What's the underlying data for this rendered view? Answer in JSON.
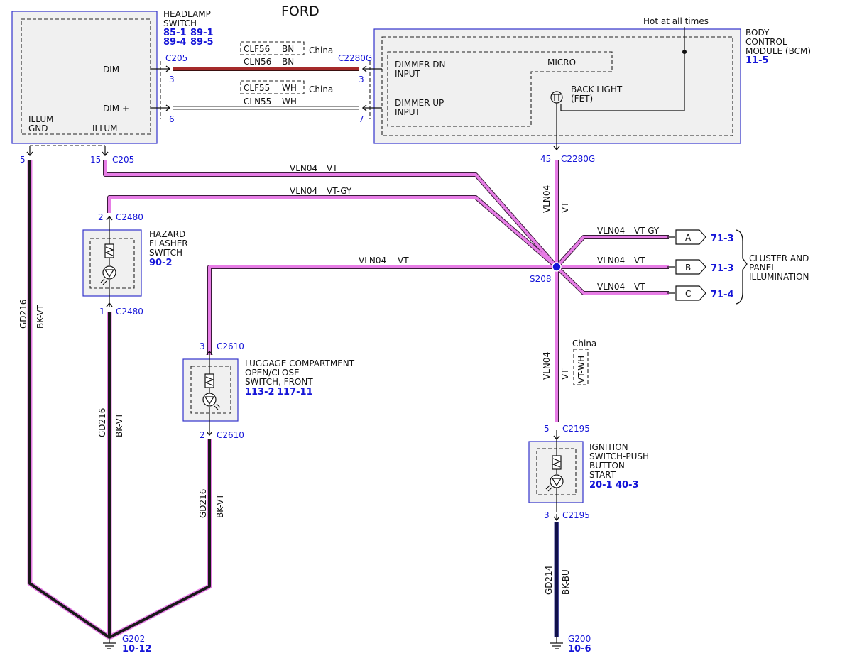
{
  "title": "FORD",
  "headlamp": {
    "title1": "HEADLAMP",
    "title2": "SWITCH",
    "ref1": "85-1",
    "ref2": "89-1",
    "ref3": "89-4",
    "ref4": "89-5",
    "dim_minus": "DIM -",
    "dim_plus": "DIM +",
    "illum_gnd_1": "ILLUM",
    "illum_gnd_2": "GND",
    "illum": "ILLUM"
  },
  "bcm": {
    "title1": "BODY",
    "title2": "CONTROL",
    "title3": "MODULE (BCM)",
    "ref": "11-5",
    "hot": "Hot at all times",
    "dimmer_dn_1": "DIMMER DN",
    "dimmer_dn_2": "INPUT",
    "dimmer_up_1": "DIMMER UP",
    "dimmer_up_2": "INPUT",
    "micro": "MICRO",
    "backlight_1": "BACK LIGHT",
    "backlight_2": "(FET)"
  },
  "wires": {
    "clf56": "CLF56",
    "bn1": "BN",
    "china1": "China",
    "cln56": "CLN56",
    "bn2": "BN",
    "clf55": "CLF55",
    "wh1": "WH",
    "china2": "China",
    "cln55": "CLN55",
    "wh2": "WH",
    "top_circuit": "VLN04",
    "top_color": "VT",
    "gy_circuit": "VLN04",
    "gy_color": "VT-GY",
    "lug_circuit": "VLN04",
    "lug_color": "VT",
    "bcm_circuit": "VLN04",
    "bcm_color": "VT",
    "a_circuit": "VLN04",
    "a_color": "VT-GY",
    "b_circuit": "VLN04",
    "b_color": "VT",
    "c_circuit": "VLN04",
    "c_color": "VT",
    "ign_circuit": "VLN04",
    "ign_color": "VT",
    "ign_china": "China",
    "ign_china_color": "VT-WH",
    "gd216_a": "GD216",
    "bkvt_a": "BK-VT",
    "gd216_b": "GD216",
    "bkvt_b": "BK-VT",
    "gd216_c": "GD216",
    "bkvt_c": "BK-VT",
    "gd214": "GD214",
    "bkbu": "BK-BU"
  },
  "connectors": {
    "c205_a": "C205",
    "pin3_a": "3",
    "pin6": "6",
    "c2280g_a": "C2280G",
    "pin3_b": "3",
    "pin7": "7",
    "pin5": "5",
    "pin15": "15",
    "c205_b": "C205",
    "pin45": "45",
    "c2280g_b": "C2280G",
    "pin2_a": "2",
    "c2480_a": "C2480",
    "pin1": "1",
    "c2480_b": "C2480",
    "pin3_c": "3",
    "c2610_a": "C2610",
    "pin2_b": "2",
    "c2610_b": "C2610",
    "pin5_b": "5",
    "c2195_a": "C2195",
    "pin3_d": "3",
    "c2195_b": "C2195",
    "s208": "S208"
  },
  "hazard": {
    "l1": "HAZARD",
    "l2": "FLASHER",
    "l3": "SWITCH",
    "ref": "90-2"
  },
  "luggage": {
    "l1": "LUGGAGE COMPARTMENT",
    "l2": "OPEN/CLOSE",
    "l3": "SWITCH, FRONT",
    "ref1": "113-2",
    "ref2": "117-11"
  },
  "ignition": {
    "l1": "IGNITION",
    "l2": "SWITCH-PUSH",
    "l3": "BUTTON",
    "l4": "START",
    "ref1": "20-1",
    "ref2": "40-3"
  },
  "cluster": {
    "a_letter": "A",
    "a_ref": "71-3",
    "b_letter": "B",
    "b_ref": "71-3",
    "c_letter": "C",
    "c_ref": "71-4",
    "l1": "CLUSTER AND",
    "l2": "PANEL",
    "l3": "ILLUMINATION"
  },
  "grounds": {
    "g202": "G202",
    "g202_ref": "10-12",
    "g200": "G200",
    "g200_ref": "10-6"
  },
  "colors": {
    "violet": "#e77de6",
    "violet_edge": "#3a1a3a",
    "brown": "#a52a2a",
    "black_violet": "#1a1a1a",
    "black_blue": "#10104a",
    "box_border": "#3333cc",
    "ref_blue": "#1515d8"
  }
}
